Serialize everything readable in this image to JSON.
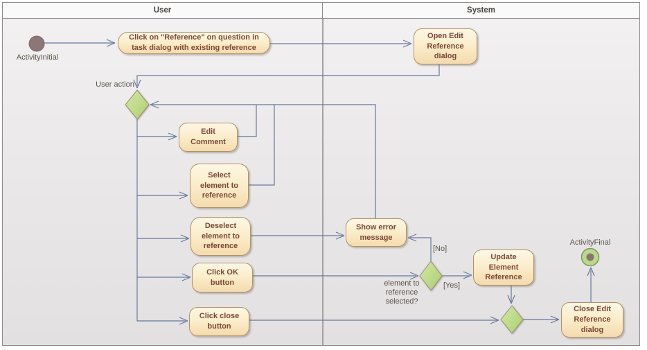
{
  "diagram": {
    "lanes": [
      {
        "label": "User"
      },
      {
        "label": "System"
      }
    ],
    "nodes": {
      "click_reference": {
        "label": "Click on \"Reference\" on question in task dialog with existing reference"
      },
      "open_dialog": {
        "label": "Open Edit Reference dialog"
      },
      "edit_comment": {
        "label": "Edit Comment"
      },
      "select_element": {
        "label": "Select element to reference"
      },
      "deselect_element": {
        "label": "Deselect element to reference"
      },
      "click_ok": {
        "label": "Click OK button"
      },
      "click_close": {
        "label": "Click close button"
      },
      "show_error": {
        "label": "Show error message"
      },
      "update_reference": {
        "label": "Update Element Reference"
      },
      "close_dialog": {
        "label": "Close Edit Reference dialog"
      }
    },
    "labels": {
      "initial": "ActivityInitial",
      "final": "ActivityFinal",
      "user_action": "User action",
      "decision_question": "element to reference selected?",
      "guard_no": "[No]",
      "guard_yes": "[Yes]"
    },
    "colors": {
      "node_fill_top": "#fdf7e4",
      "node_fill_bottom": "#f5dbad",
      "node_border": "#b29064",
      "node_text": "#7c4636",
      "decision_fill_top": "#d3e8a7",
      "decision_fill_bottom": "#a9cf6d",
      "edge": "#64789e",
      "label_text": "#5c5349",
      "initial_fill": "#8d7676",
      "final_ring": "#b9da8a",
      "final_dot": "#8d7474"
    }
  }
}
